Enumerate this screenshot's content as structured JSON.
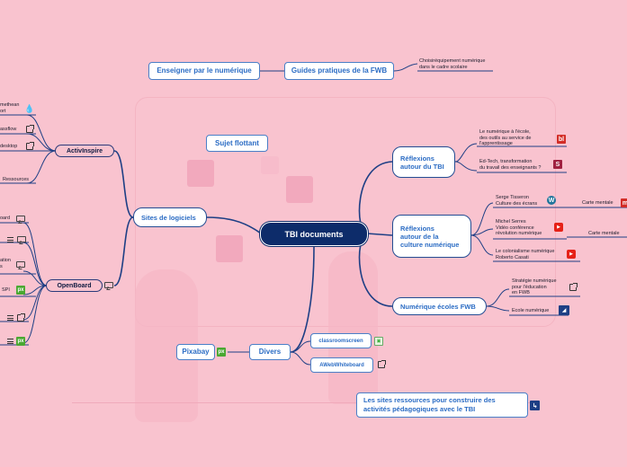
{
  "central": "TBI documents",
  "floating": "Sujet flottant",
  "top": {
    "enseigner": "Enseigner par le numérique",
    "guides": "Guides pratiques de la FWB",
    "guides_note": "Choisiréquipement numérique\ndans le cadre scolaire"
  },
  "left": {
    "sites": "Sites de logiciels",
    "activinspire": "ActivInspire",
    "openboard": "OpenBoard",
    "activ_items": [
      "methean\nort",
      "assflow",
      "desktop",
      "Ressources"
    ],
    "open_items": [
      "oard",
      "",
      "ation\ns",
      "SPI",
      "",
      ""
    ]
  },
  "reflexions_tbi": {
    "label": "Réflexions\nautour du TBI",
    "items": [
      "Le numérique à l'école,\ndes outils au service de\nl'apprentissage",
      "Ed-Tech, transformation\ndu travail des enseignants ?"
    ]
  },
  "reflexions_culture": {
    "label": "Réflexions\nautour de la\nculture numérique",
    "items": [
      "Serge Tisseron\nCulture des écrans",
      "Michel Serres\nVidéo conférence\nrévolution numérique",
      "Le colonialisme numérique\nRoberto Casati"
    ],
    "carte1": "Carte mentale",
    "carte2": "Carte mentale"
  },
  "numerique_ecoles": {
    "label": "Numérique écoles FWB",
    "items": [
      "Stratégie numérique\npour l'éducation\nen FWB",
      "Ecole numérique"
    ]
  },
  "divers": {
    "label": "Divers",
    "pixabay": "Pixabay",
    "classroom": "classroomscreen",
    "awb": "AWebWhiteboard"
  },
  "bottom_box": "Les sites ressources pour construire des\nactivités pédagogiques avec le TBI",
  "colors": {
    "background": "#f9c3cf",
    "central": "#0d2c6a",
    "link": "#1e3f85",
    "accent_blue": "#2b6cc4"
  },
  "icons": [
    "drop-icon",
    "external-link-icon",
    "note-icon",
    "menu-icon",
    "wordpress-icon",
    "youtube-icon",
    "slideshare-icon",
    "pixabay-icon",
    "edu-icon"
  ]
}
